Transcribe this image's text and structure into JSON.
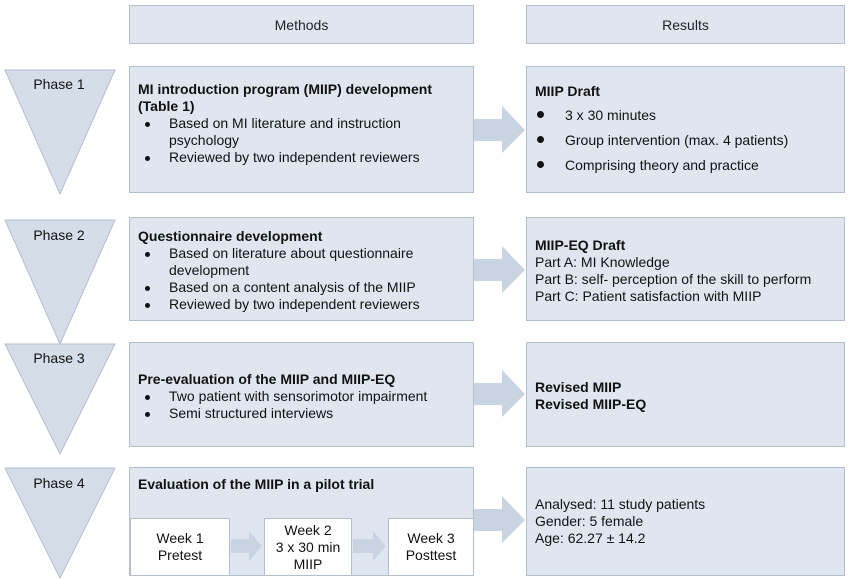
{
  "headers": {
    "methods": "Methods",
    "results": "Results"
  },
  "phases": [
    {
      "label": "Phase 1",
      "method": {
        "title_lines": [
          "MI introduction program (MIIP) development",
          "(Table 1)"
        ],
        "bullets": [
          [
            "Based on MI literature and instruction",
            "psychology"
          ],
          [
            "Reviewed by two independent reviewers"
          ]
        ]
      },
      "result": {
        "title": "MIIP Draft",
        "bullets": [
          "3 x 30 minutes",
          "Group intervention (max. 4 patients)",
          "Comprising theory and practice"
        ]
      }
    },
    {
      "label": "Phase 2",
      "method": {
        "title_lines": [
          "Questionnaire development"
        ],
        "bullets": [
          [
            "Based on literature about questionnaire",
            "development"
          ],
          [
            "Based on a content analysis of the MIIP"
          ],
          [
            "Reviewed by two independent reviewers"
          ]
        ]
      },
      "result": {
        "title": "MIIP-EQ Draft",
        "lines": [
          "Part A: MI Knowledge",
          "Part B: self- perception of  the skill to perform",
          "Part C: Patient satisfaction with MIIP"
        ]
      }
    },
    {
      "label": "Phase 3",
      "method": {
        "title_lines": [
          "Pre-evaluation of the MIIP and MIIP-EQ"
        ],
        "bullets": [
          [
            "Two patient with sensorimotor impairment"
          ],
          [
            "Semi structured interviews"
          ]
        ]
      },
      "result": {
        "title_lines": [
          "Revised MIIP",
          "Revised MIIP-EQ"
        ]
      }
    },
    {
      "label": "Phase 4",
      "method": {
        "title_lines": [
          "Evaluation of the MIIP in a pilot trial"
        ],
        "weeks": [
          [
            "Week 1",
            "Pretest"
          ],
          [
            "Week 2",
            "3 x 30 min",
            "MIIP"
          ],
          [
            "Week 3",
            "Posttest"
          ]
        ]
      },
      "result": {
        "lines": [
          "Analysed: 11 study patients",
          "Gender: 5 female",
          "Age: 62.27 ± 14.2"
        ]
      }
    }
  ],
  "colors": {
    "box_fill": "#dfe6ef",
    "box_border": "#b3bfcd",
    "triangle_fill": "#d5dde8",
    "arrow_fill": "#c9d4e2"
  }
}
